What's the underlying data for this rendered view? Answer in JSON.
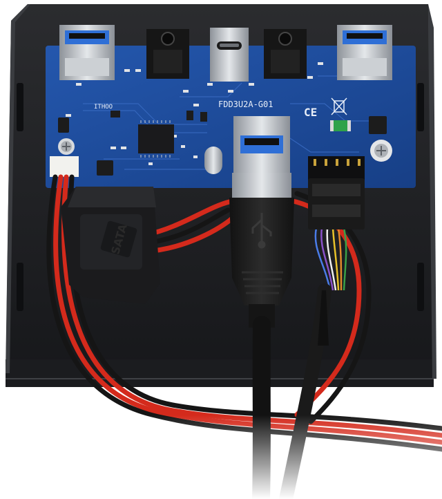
{
  "board": {
    "model": "FDD3U2A-G01",
    "brand": "ITHOO",
    "ce_mark": "CE"
  },
  "connectors": {
    "sata_label": "SATA",
    "usb_cable_label": "USB"
  },
  "colors": {
    "pcb": "#1e4fa0",
    "bracket": "#202124",
    "wire_red": "#d42a1c",
    "wire_black": "#151515",
    "usb_blue": "#2f6fd6"
  }
}
